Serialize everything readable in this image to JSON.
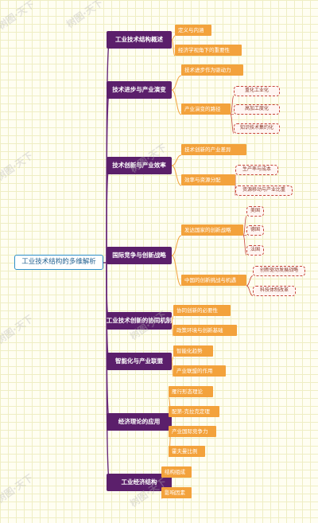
{
  "root": {
    "label": "工业技术结构的多维解析"
  },
  "branches": [
    {
      "label": "工业技术结构概述",
      "children": [
        {
          "label": "定义与内涵"
        },
        {
          "label": "经济学视角下的重要性"
        }
      ]
    },
    {
      "label": "技术进步与产业演变",
      "children": [
        {
          "label": "技术进步作为驱动力"
        },
        {
          "label": "产业演变的路径",
          "children": [
            {
              "label": "重化工业化"
            },
            {
              "label": "高加工度化"
            },
            {
              "label": "知识技术集约化"
            }
          ]
        }
      ]
    },
    {
      "label": "技术创新与产业效率",
      "children": [
        {
          "label": "技术创新的产业差异"
        },
        {
          "label": "效率与资源分配",
          "children": [
            {
              "label": "生产率与成本"
            },
            {
              "label": "资源移动与产业比重"
            }
          ]
        }
      ]
    },
    {
      "label": "国际竞争与创新战略",
      "children": [
        {
          "label": "发达国家的创新战略",
          "children": [
            {
              "label": "美国"
            },
            {
              "label": "德国"
            },
            {
              "label": "法国"
            }
          ]
        },
        {
          "label": "中国的创新挑战与机遇",
          "children": [
            {
              "label": "创新驱动发展战略"
            },
            {
              "label": "科技体制改革"
            }
          ]
        }
      ]
    },
    {
      "label": "工业技术创新的协同机制",
      "children": [
        {
          "label": "协同创新的必要性"
        },
        {
          "label": "政策环境与创新基础"
        }
      ]
    },
    {
      "label": "智能化与产业联盟",
      "children": [
        {
          "label": "智能化趋势"
        },
        {
          "label": "产业联盟的作用"
        }
      ]
    },
    {
      "label": "经济理论的应用",
      "children": [
        {
          "label": "雁行形态理论"
        },
        {
          "label": "配第-克拉克定理"
        },
        {
          "label": "产业国际竞争力"
        },
        {
          "label": "霍夫曼比例"
        }
      ]
    },
    {
      "label": "工业经济结构",
      "children": [
        {
          "label": "结构组成"
        },
        {
          "label": "影响因素"
        }
      ]
    }
  ],
  "colors": {
    "branch_fill": "#5b1f6b",
    "subtopic_fill": "#f3a23c",
    "leaf_border": "#c7463b",
    "root_border": "#2d8fc8",
    "connector": "#6a2b78",
    "connector_l2": "#f3a23c"
  },
  "watermark": "树图·天下"
}
